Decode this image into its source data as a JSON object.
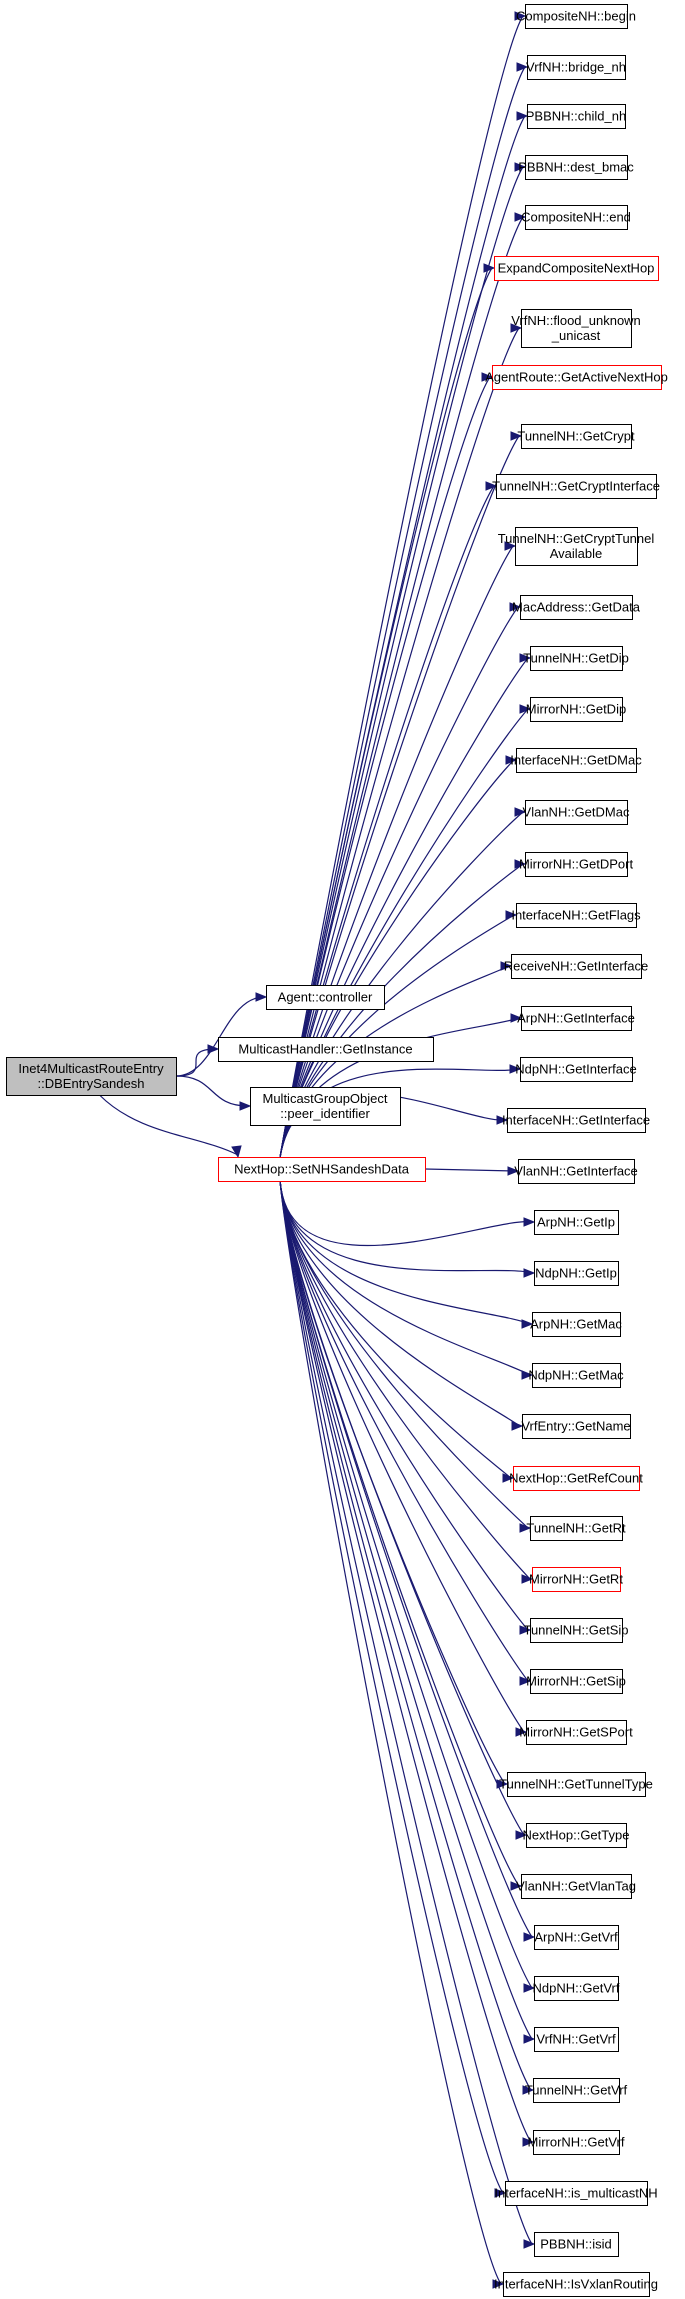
{
  "graph": {
    "root": {
      "id": "root",
      "lines": [
        "Inet4MulticastRouteEntry",
        "::DBEntrySandesh"
      ]
    },
    "hub": {
      "id": "hub",
      "lines": [
        "NextHop::SetNHSandeshData"
      ],
      "style": "red"
    },
    "root_callees": [
      {
        "id": "r1",
        "lines": [
          "Agent::controller"
        ]
      },
      {
        "id": "r2",
        "lines": [
          "MulticastHandler::GetInstance"
        ]
      },
      {
        "id": "r3",
        "lines": [
          "MulticastGroupObject",
          "::peer_identifier"
        ]
      }
    ],
    "hub_callees": [
      {
        "id": "h0",
        "lines": [
          "CompositeNH::begin"
        ]
      },
      {
        "id": "h1",
        "lines": [
          "VrfNH::bridge_nh"
        ]
      },
      {
        "id": "h2",
        "lines": [
          "PBBNH::child_nh"
        ]
      },
      {
        "id": "h3",
        "lines": [
          "PBBNH::dest_bmac"
        ]
      },
      {
        "id": "h4",
        "lines": [
          "CompositeNH::end"
        ]
      },
      {
        "id": "h5",
        "lines": [
          "ExpandCompositeNextHop"
        ],
        "style": "red"
      },
      {
        "id": "h6",
        "lines": [
          "VrfNH::flood_unknown",
          "_unicast"
        ]
      },
      {
        "id": "h7",
        "lines": [
          "AgentRoute::GetActiveNextHop"
        ],
        "style": "red"
      },
      {
        "id": "h8",
        "lines": [
          "TunnelNH::GetCrypt"
        ]
      },
      {
        "id": "h9",
        "lines": [
          "TunnelNH::GetCryptInterface"
        ]
      },
      {
        "id": "h10",
        "lines": [
          "TunnelNH::GetCryptTunnel",
          "Available"
        ]
      },
      {
        "id": "h11",
        "lines": [
          "MacAddress::GetData"
        ]
      },
      {
        "id": "h12",
        "lines": [
          "TunnelNH::GetDip"
        ]
      },
      {
        "id": "h13",
        "lines": [
          "MirrorNH::GetDip"
        ]
      },
      {
        "id": "h14",
        "lines": [
          "InterfaceNH::GetDMac"
        ]
      },
      {
        "id": "h15",
        "lines": [
          "VlanNH::GetDMac"
        ]
      },
      {
        "id": "h16",
        "lines": [
          "MirrorNH::GetDPort"
        ]
      },
      {
        "id": "h17",
        "lines": [
          "InterfaceNH::GetFlags"
        ]
      },
      {
        "id": "h18",
        "lines": [
          "ReceiveNH::GetInterface"
        ]
      },
      {
        "id": "h19",
        "lines": [
          "ArpNH::GetInterface"
        ]
      },
      {
        "id": "h20",
        "lines": [
          "NdpNH::GetInterface"
        ]
      },
      {
        "id": "h21",
        "lines": [
          "InterfaceNH::GetInterface"
        ]
      },
      {
        "id": "h22",
        "lines": [
          "VlanNH::GetInterface"
        ]
      },
      {
        "id": "h23",
        "lines": [
          "ArpNH::GetIp"
        ]
      },
      {
        "id": "h24",
        "lines": [
          "NdpNH::GetIp"
        ]
      },
      {
        "id": "h25",
        "lines": [
          "ArpNH::GetMac"
        ]
      },
      {
        "id": "h26",
        "lines": [
          "NdpNH::GetMac"
        ]
      },
      {
        "id": "h27",
        "lines": [
          "VrfEntry::GetName"
        ]
      },
      {
        "id": "h28",
        "lines": [
          "NextHop::GetRefCount"
        ],
        "style": "red"
      },
      {
        "id": "h29",
        "lines": [
          "TunnelNH::GetRt"
        ]
      },
      {
        "id": "h30",
        "lines": [
          "MirrorNH::GetRt"
        ],
        "style": "red"
      },
      {
        "id": "h31",
        "lines": [
          "TunnelNH::GetSip"
        ]
      },
      {
        "id": "h32",
        "lines": [
          "MirrorNH::GetSip"
        ]
      },
      {
        "id": "h33",
        "lines": [
          "MirrorNH::GetSPort"
        ]
      },
      {
        "id": "h34",
        "lines": [
          "TunnelNH::GetTunnelType"
        ]
      },
      {
        "id": "h35",
        "lines": [
          "NextHop::GetType"
        ]
      },
      {
        "id": "h36",
        "lines": [
          "VlanNH::GetVlanTag"
        ]
      },
      {
        "id": "h37",
        "lines": [
          "ArpNH::GetVrf"
        ]
      },
      {
        "id": "h38",
        "lines": [
          "NdpNH::GetVrf"
        ]
      },
      {
        "id": "h39",
        "lines": [
          "VrfNH::GetVrf"
        ]
      },
      {
        "id": "h40",
        "lines": [
          "TunnelNH::GetVrf"
        ]
      },
      {
        "id": "h41",
        "lines": [
          "MirrorNH::GetVrf"
        ]
      },
      {
        "id": "h42",
        "lines": [
          "InterfaceNH::is_multicastNH"
        ]
      },
      {
        "id": "h43",
        "lines": [
          "PBBNH::isid"
        ]
      },
      {
        "id": "h44",
        "lines": [
          "InterfaceNH::IsVxlanRouting"
        ]
      }
    ],
    "colors": {
      "edge": "#191970",
      "node_border": "#000000",
      "highlight_border": "#ff0000",
      "root_fill": "#bfbfbf"
    }
  }
}
